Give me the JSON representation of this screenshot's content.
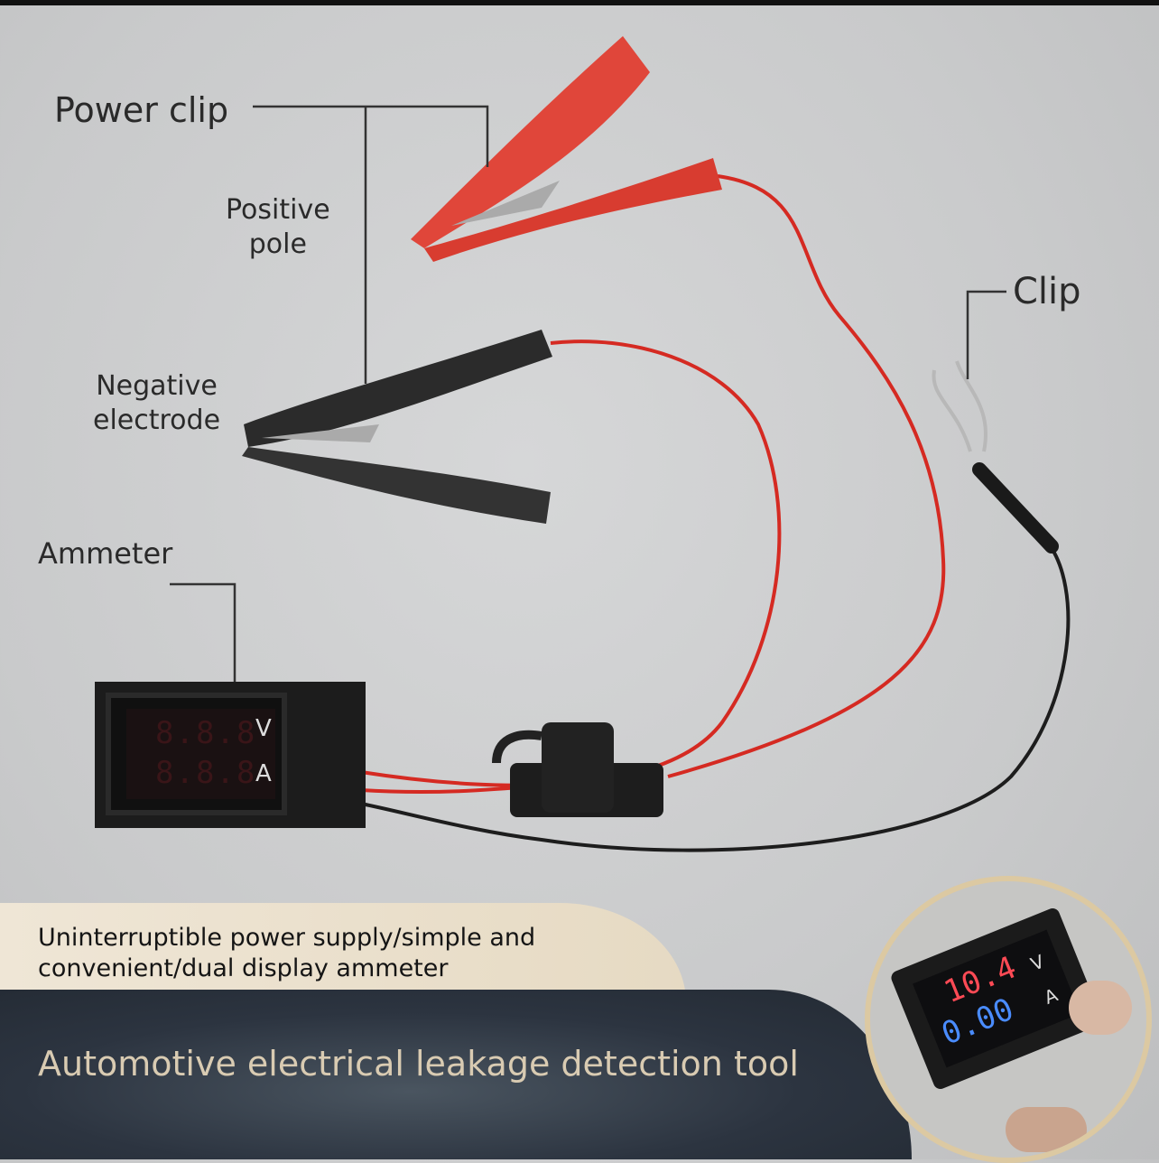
{
  "labels": {
    "power_clip": "Power clip",
    "positive_pole": [
      "Positive",
      "pole"
    ],
    "negative_electrode": [
      "Negative",
      "electrode"
    ],
    "clip": "Clip",
    "ammeter": "Ammeter"
  },
  "meter": {
    "top_digits": "8.8.8",
    "bottom_digits": "8.8.8",
    "volt_unit": "V",
    "amp_unit": "A"
  },
  "inset_meter": {
    "voltage": "10.4",
    "current": "0.00",
    "volt_unit": "V",
    "amp_unit": "A"
  },
  "banner": {
    "subtitle_lines": [
      "Uninterruptible power supply/simple and",
      "convenient/dual display ammeter"
    ],
    "title": "Automotive electrical leakage detection tool"
  },
  "colors": {
    "red_clip": "#e0463a",
    "black_clip": "#2b2b2b",
    "navy": "#2c3440",
    "beige": "#e9dfcc",
    "title_text": "#d9cbb2"
  }
}
